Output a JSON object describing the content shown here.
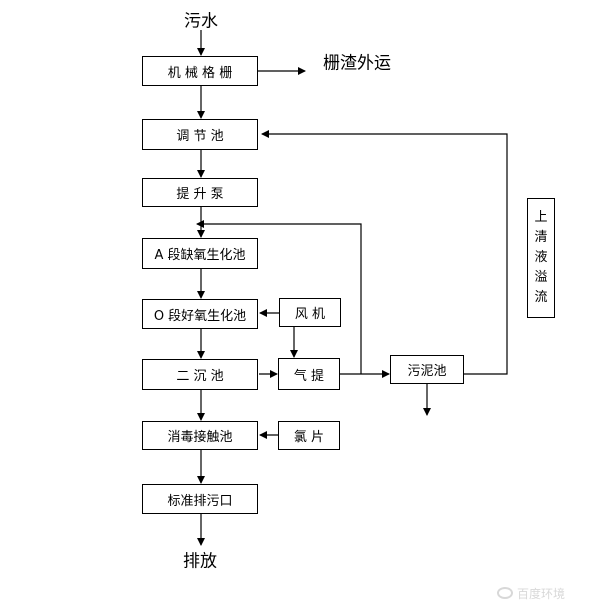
{
  "labels": {
    "input": "污水",
    "screenings": "栅渣外运",
    "discharge": "排放"
  },
  "boxes": {
    "screen": "机 械 格 栅",
    "equalization": "调 节 池",
    "pump": "提 升 泵",
    "anoxic": "A 段缺氧生化池",
    "aerobic": "O 段好氧生化池",
    "clarifier": "二  沉  池",
    "disinfection": "消毒接触池",
    "outlet": "标准排污口",
    "blower": "风   机",
    "airlift": "气 提",
    "chlorine": "氯 片",
    "sludge": "污泥池",
    "overflow_chars": [
      "上",
      "清",
      "液",
      "溢",
      "流"
    ]
  },
  "watermark": {
    "logo_icon": "weibo-logo-icon",
    "text": "百度环境"
  }
}
